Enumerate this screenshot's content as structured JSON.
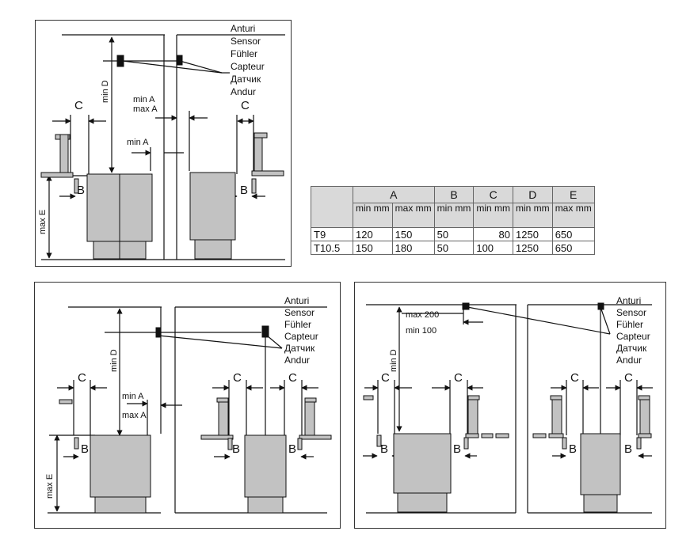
{
  "sensor_labels": [
    "Anturi",
    "Sensor",
    "Fühler",
    "Capteur",
    "Датчик",
    "Andur"
  ],
  "dims": {
    "A": "A",
    "B": "B",
    "C": "C",
    "min_a": "min A",
    "max_a": "max A",
    "min_d": "min D",
    "max_e": "max E",
    "max_200": "max 200",
    "min_100": "min 100"
  },
  "table": {
    "headers": [
      "A",
      "B",
      "C",
      "D",
      "E"
    ],
    "subheaders": [
      "min mm",
      "max mm",
      "min mm",
      "min mm",
      "min mm",
      "max mm"
    ],
    "rows": [
      {
        "model": "T9",
        "cells": [
          "120",
          "150",
          "50",
          "80",
          "1250",
          "650"
        ]
      },
      {
        "model": "T10.5",
        "cells": [
          "150",
          "180",
          "50",
          "100",
          "1250",
          "650"
        ]
      }
    ]
  },
  "colors": {
    "heater": "#c2c2c2",
    "line": "#111111",
    "table_header": "#d9d9d9"
  }
}
